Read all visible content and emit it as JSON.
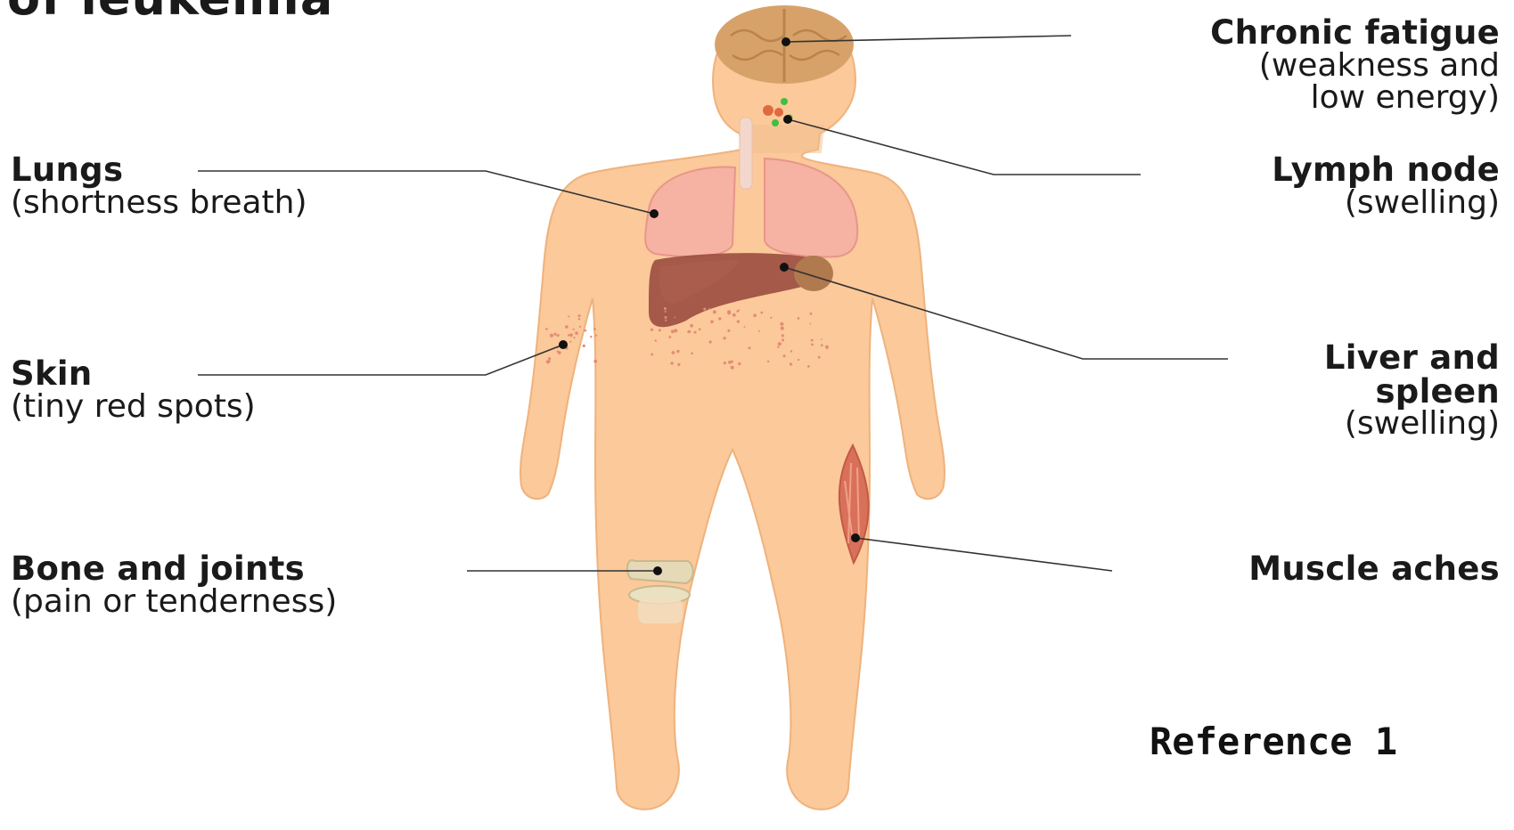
{
  "title": "of leukemia",
  "reference": "Reference 1",
  "labels": {
    "fatigue": {
      "title": "Chronic fatigue",
      "sub1": "(weakness and",
      "sub2": "low energy)"
    },
    "lymph": {
      "title": "Lymph node",
      "sub": "(swelling)"
    },
    "liver": {
      "title1": "Liver and",
      "title2": "spleen",
      "sub": "(swelling)"
    },
    "muscle": {
      "title": "Muscle aches"
    },
    "lungs": {
      "title": "Lungs",
      "sub": "(shortness breath)"
    },
    "skin": {
      "title": "Skin",
      "sub": "(tiny red spots)"
    },
    "bone": {
      "title": "Bone and joints",
      "sub": "(pain or tenderness)"
    }
  },
  "colors": {
    "skin": "#fbc99a",
    "skin_outline": "#efb27c",
    "brain": "#d7a26a",
    "lungs": "#f6b2a2",
    "liver": "#9a4d40",
    "spleen": "#b07a4e",
    "muscle": "#d9705a",
    "knee": "#e6d9b8",
    "spots": "#e48a76",
    "leader": "#333333"
  }
}
